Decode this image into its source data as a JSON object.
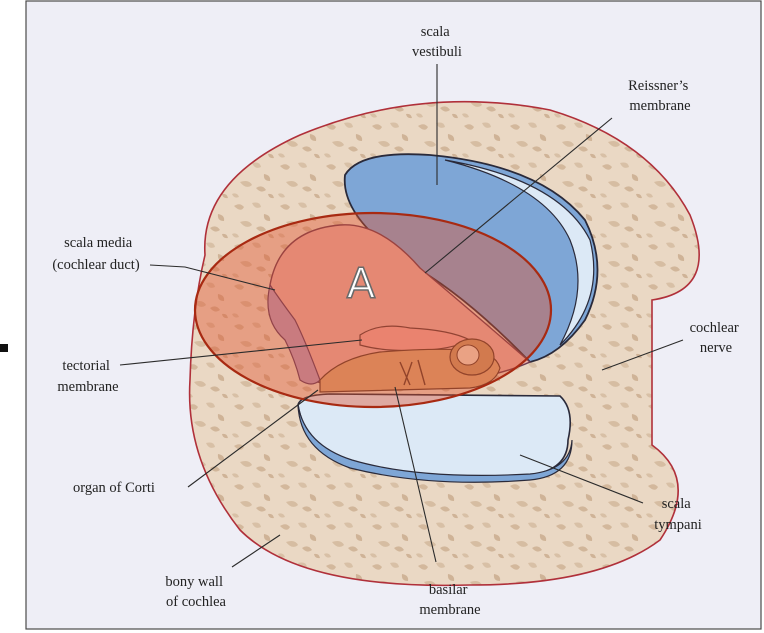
{
  "colors": {
    "background": "#eeeef6",
    "bone": "#ead8c4",
    "bone_outline": "#b0303a",
    "scala_fill": "#7ea6d6",
    "scala_light": "#dce9f6",
    "overlay_fill": "#e0502a",
    "overlay_stroke": "#a82a12",
    "nerve": "#f5c23a"
  },
  "overlay": {
    "letter": "A"
  },
  "labels": {
    "scala_vestibuli": [
      "scala",
      "vestibuli"
    ],
    "reissners_membrane": [
      "Reissner’s",
      "membrane"
    ],
    "scala_media": [
      "scala media",
      "(cochlear duct)"
    ],
    "cochlear_nerve": [
      "cochlear",
      "nerve"
    ],
    "tectorial_membrane": [
      "tectorial",
      "membrane"
    ],
    "organ_of_corti": [
      "organ of Corti"
    ],
    "scala_tympani": [
      "scala",
      "tympani"
    ],
    "bony_wall": [
      "bony wall",
      "of cochlea"
    ],
    "basilar_membrane": [
      "basilar",
      "membrane"
    ]
  }
}
